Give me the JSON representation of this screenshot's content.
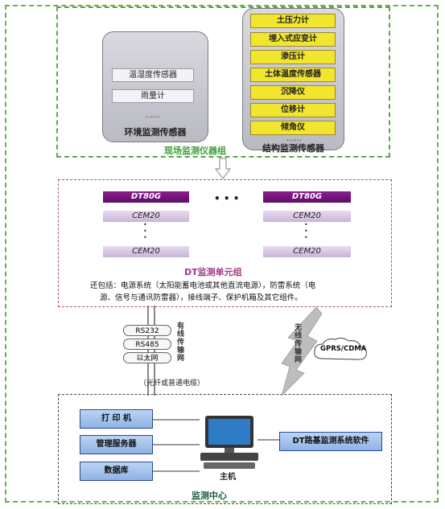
{
  "env_group": {
    "items": [
      "温湿度传感器",
      "雨量计"
    ],
    "dots": "......",
    "title": "环境监测传感器"
  },
  "struct_group": {
    "items": [
      "土压力计",
      "埋入式应变计",
      "渗压计",
      "土体温度传感器",
      "沉降仪",
      "位移计",
      "倾角仪"
    ],
    "dots": "......",
    "title": "结构监测传感器"
  },
  "instrument_group_label": "现场监测仪器组",
  "dt_unit": {
    "left": {
      "dt": "DT80G",
      "cem_top": "CEM20",
      "vdots": "•\n•\n•",
      "cem_bottom": "CEM20"
    },
    "middle_dots": "• • •",
    "right": {
      "dt": "DT80G",
      "cem_top": "CEM20",
      "vdots": "•\n•\n•",
      "cem_bottom": "CEM20"
    },
    "title": "DT监测单元组",
    "desc_line1": "还包括：电源系统（太阳能蓄电池或其他直流电源），防雷系统（电",
    "desc_line2": "源、信号与通讯防雷器），接线端子、保护机箱及其它组件。"
  },
  "wired": {
    "protocols": [
      "RS232",
      "RS485",
      "以太网"
    ],
    "label": "有线传输网",
    "cable": "（光纤或普通电缆）"
  },
  "wireless": {
    "label": "无线传输网",
    "cloud": "GPRS/CDMA"
  },
  "center": {
    "boxes": [
      "打 印 机",
      "管理服务器",
      "数据库"
    ],
    "host": "主机",
    "software": "DT路基监测系统软件",
    "title": "监测中心"
  },
  "colors": {
    "green": "#3f9b3a",
    "magenta": "#a03a8a",
    "yellow": "#f1e52e",
    "blue": "#8fb2e6"
  }
}
